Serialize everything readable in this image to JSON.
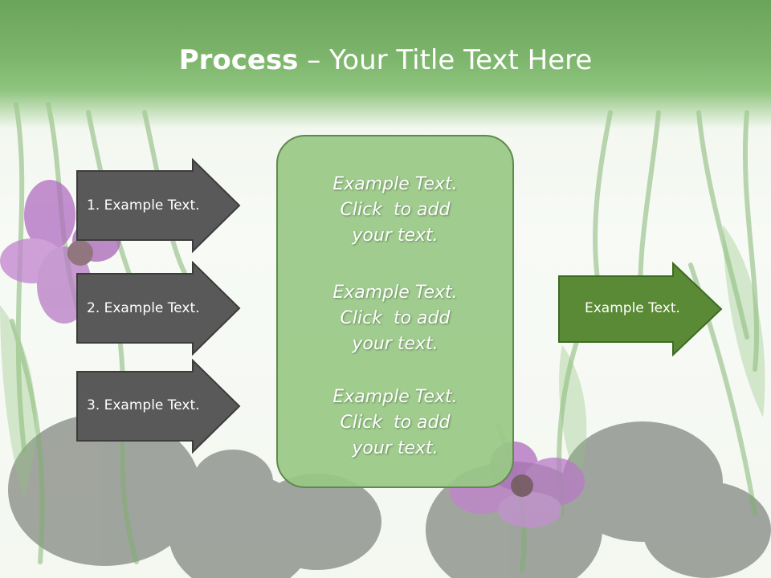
{
  "slide": {
    "title_bold": "Process",
    "title_rest": " – Your Title Text Here"
  },
  "steps": [
    {
      "label": "1. Example Text."
    },
    {
      "label": "2. Example Text."
    },
    {
      "label": "3. Example Text."
    }
  ],
  "center_box": {
    "blocks": [
      [
        "Example Text.",
        "Click  to add",
        "your text."
      ],
      [
        "Example Text.",
        "Click  to add",
        "your text."
      ],
      [
        "Example Text.",
        "Click  to add",
        "your text."
      ]
    ]
  },
  "output": {
    "label": "Example Text."
  },
  "colors": {
    "header_green": "#7db56c",
    "step_arrow_fill": "#595959",
    "output_arrow_fill": "#5a8a35",
    "center_box_fill": "#98c985"
  }
}
